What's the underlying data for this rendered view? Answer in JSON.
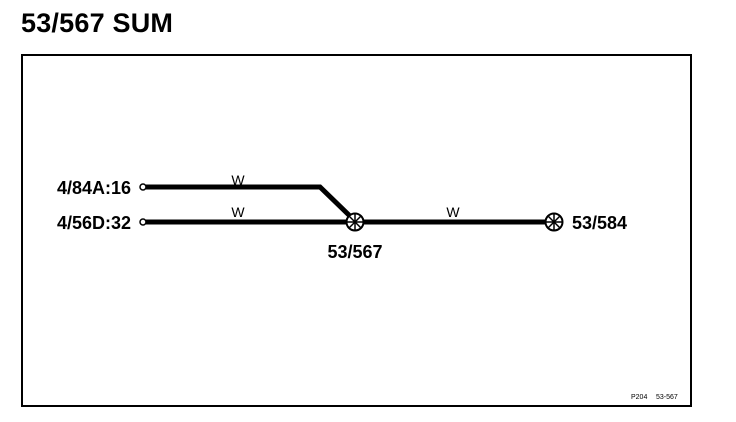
{
  "title": "53/567 SUM",
  "connectors": {
    "upper_left": "4/84A:16",
    "lower_left": "4/56D:32"
  },
  "splices": {
    "center": "53/567",
    "right": "53/584"
  },
  "wires": {
    "upper_color": "W",
    "lower_color": "W",
    "right_color": "W"
  },
  "footer": {
    "page_code": "P204",
    "ref": "53-567"
  },
  "colors": {
    "line": "#000000",
    "background": "#ffffff"
  }
}
